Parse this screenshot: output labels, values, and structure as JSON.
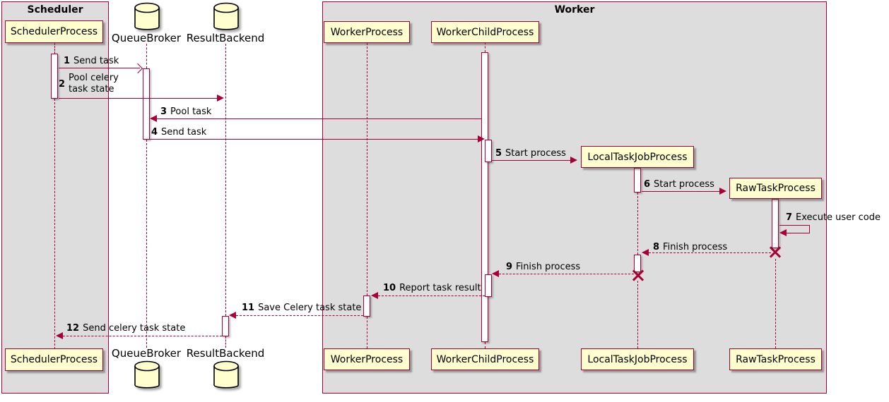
{
  "frames": {
    "scheduler": {
      "title": "Scheduler"
    },
    "worker": {
      "title": "Worker"
    }
  },
  "participants": {
    "scheduler_process": {
      "label": "SchedulerProcess",
      "icon": "process-box"
    },
    "queue_broker": {
      "label": "QueueBroker",
      "icon": "database-cylinder"
    },
    "result_backend": {
      "label": "ResultBackend",
      "icon": "database-cylinder"
    },
    "worker_process": {
      "label": "WorkerProcess",
      "icon": "process-box"
    },
    "worker_child_process": {
      "label": "WorkerChildProcess",
      "icon": "process-box"
    },
    "local_task_job_process": {
      "label": "LocalTaskJobProcess",
      "icon": "process-box"
    },
    "raw_task_process": {
      "label": "RawTaskProcess",
      "icon": "process-box"
    }
  },
  "messages": [
    {
      "num": "1",
      "text": "Send task"
    },
    {
      "num": "2",
      "text": "Pool celery\ntask state"
    },
    {
      "num": "3",
      "text": "Pool task"
    },
    {
      "num": "4",
      "text": "Send task"
    },
    {
      "num": "5",
      "text": "Start process"
    },
    {
      "num": "6",
      "text": "Start process"
    },
    {
      "num": "7",
      "text": "Execute user code"
    },
    {
      "num": "8",
      "text": "Finish process"
    },
    {
      "num": "9",
      "text": "Finish process"
    },
    {
      "num": "10",
      "text": "Report task result"
    },
    {
      "num": "11",
      "text": "Save Celery task state"
    },
    {
      "num": "12",
      "text": "Send celery task state"
    }
  ],
  "colors": {
    "participant_fill": "#FEFECE",
    "diagram_line": "#A80036",
    "frame_fill": "#DDDDDD",
    "cylinder_outline": "#000000",
    "text": "#000000",
    "background": "#FFFFFF"
  }
}
